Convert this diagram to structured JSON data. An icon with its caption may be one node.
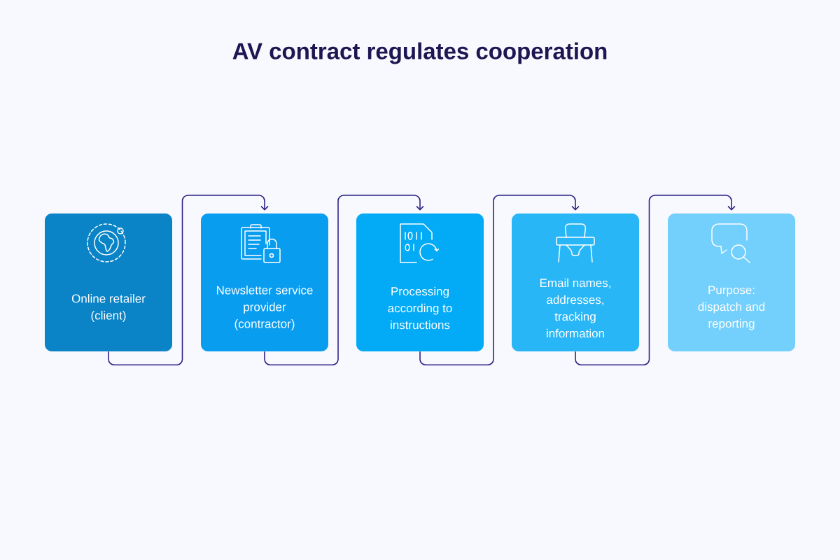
{
  "diagram": {
    "title": "AV contract regulates cooperation",
    "nodes": [
      {
        "text": [
          "Online retailer (client)"
        ]
      },
      {
        "text": [
          "Newsletter service provider (contractor)"
        ]
      },
      {
        "text": [
          "Processing according to instructions"
        ]
      },
      {
        "text": [
          "Email names, addresses, tracking information"
        ]
      },
      {
        "text": [
          "Purpose: dispatch and reporting"
        ]
      }
    ],
    "edges": [
      {
        "from": 0,
        "to": 1,
        "arrow": "to"
      },
      {
        "from": 1,
        "to": 2,
        "arrow": "to"
      },
      {
        "from": 2,
        "to": 3,
        "arrow": "to"
      },
      {
        "from": 3,
        "to": 4,
        "arrow": "to"
      }
    ]
  }
}
